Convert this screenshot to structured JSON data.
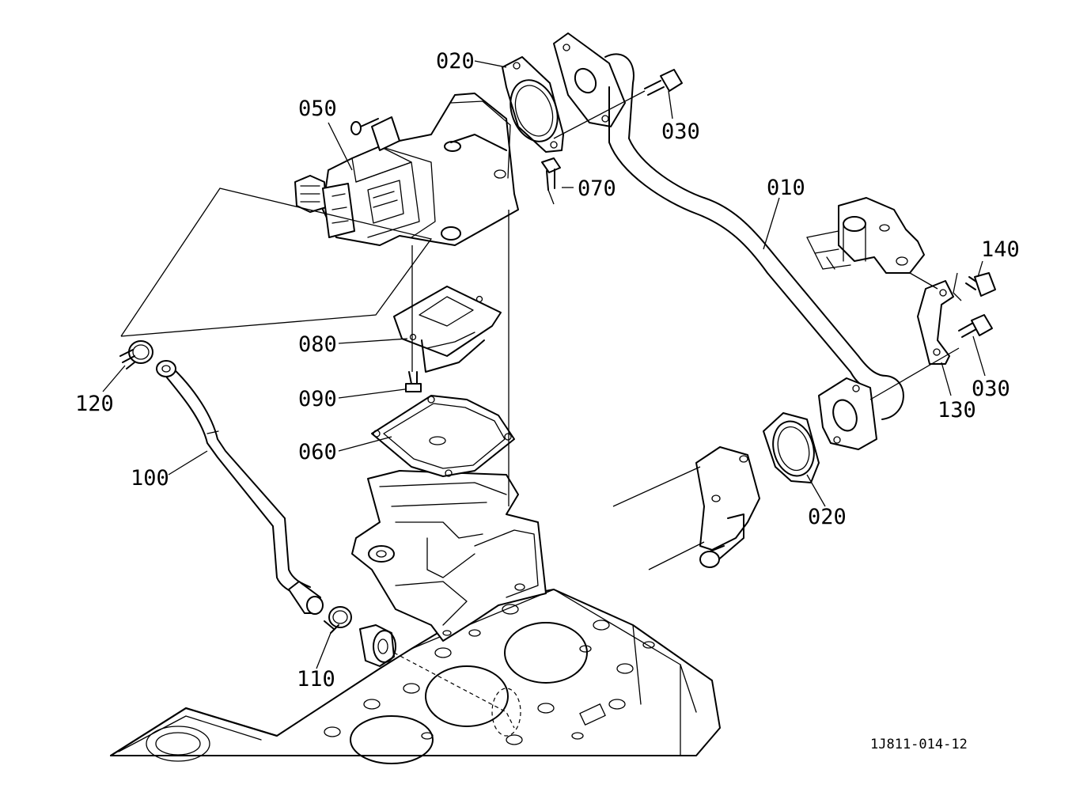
{
  "diagram": {
    "part_labels": {
      "p010": "010",
      "p020_top": "020",
      "p020_bottom": "020",
      "p030_top": "030",
      "p030_right": "030",
      "p050": "050",
      "p060": "060",
      "p070": "070",
      "p080": "080",
      "p090": "090",
      "p100": "100",
      "p110": "110",
      "p120": "120",
      "p130": "130",
      "p140": "140"
    },
    "drawing_code": "1J811-014-12"
  }
}
